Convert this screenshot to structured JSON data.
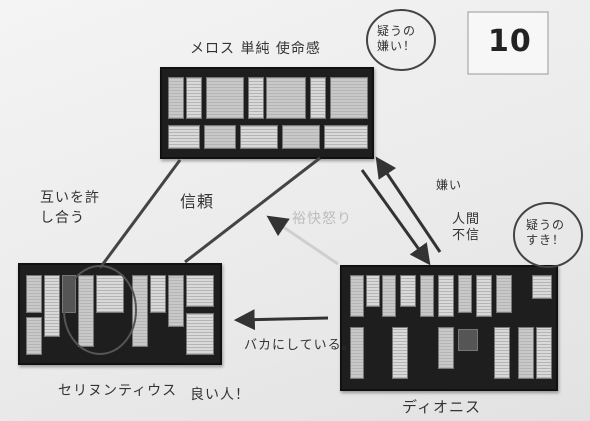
{
  "poster": {
    "number": "10",
    "meros_label": "メロス 単純 使命感",
    "meros_bubble": "疑うの嫌い！",
    "selinuntius_label": "セリヌンティウス",
    "selinuntius_note": "良い人！",
    "dionysius_label": "ディオニス",
    "dionysius_bubble": "疑うのすき！",
    "left_edge": "互いを許し合う",
    "center_edge": "信頼",
    "faded_edge": "裕快怒り",
    "right_edge_a": "嫌い",
    "right_edge_b": "人間不信",
    "bottom_edge": "バカにしている。"
  }
}
